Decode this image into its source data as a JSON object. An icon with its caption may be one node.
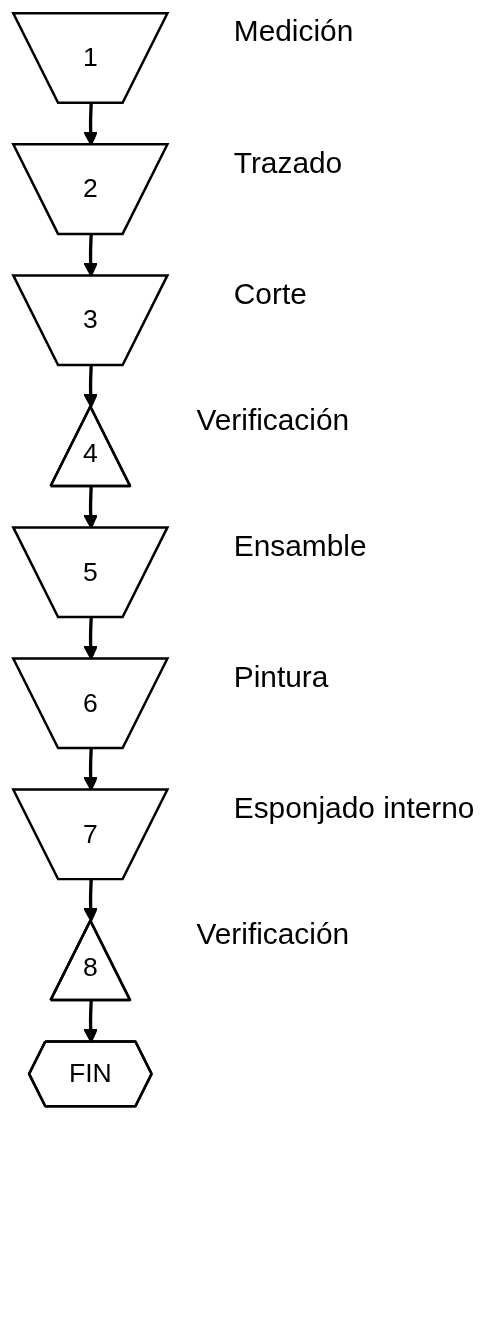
{
  "diagram": {
    "nodes": [
      {
        "text": [
          "1"
        ],
        "beside": [
          "Medición"
        ]
      },
      {
        "text": [
          "2"
        ],
        "beside": [
          "Trazado"
        ]
      },
      {
        "text": [
          "3"
        ],
        "beside": [
          "Corte"
        ]
      },
      {
        "text": [
          "4"
        ],
        "beside": [
          "Verificación"
        ]
      },
      {
        "text": [
          "5"
        ],
        "beside": [
          "Ensamble"
        ]
      },
      {
        "text": [
          "6"
        ],
        "beside": [
          "Pintura"
        ]
      },
      {
        "text": [
          "7"
        ],
        "beside": [
          "Esponjado interno"
        ]
      },
      {
        "text": [
          "8"
        ],
        "beside": [
          "Verificación"
        ]
      },
      {
        "text": [
          "FIN"
        ]
      }
    ],
    "edges": [
      {
        "from": 0,
        "to": 1,
        "arrow": "to"
      },
      {
        "from": 1,
        "to": 2,
        "arrow": "to"
      },
      {
        "from": 2,
        "to": 3,
        "arrow": "to"
      },
      {
        "from": 3,
        "to": 4,
        "arrow": "to"
      },
      {
        "from": 4,
        "to": 5,
        "arrow": "to"
      },
      {
        "from": 5,
        "to": 6,
        "arrow": "to"
      },
      {
        "from": 6,
        "to": 7,
        "arrow": "to"
      },
      {
        "from": 7,
        "to": 8,
        "arrow": "to"
      }
    ]
  }
}
